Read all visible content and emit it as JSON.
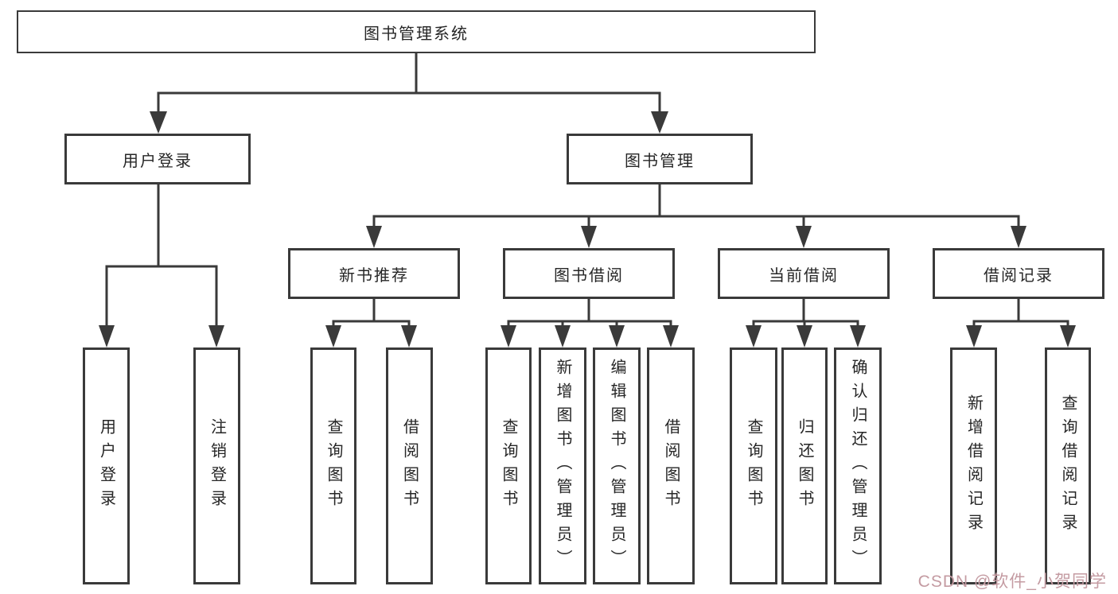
{
  "diagram": {
    "title": "图书管理系统",
    "root": {
      "label": "图书管理系统"
    },
    "level1": [
      {
        "id": "user-login",
        "label": "用户登录"
      },
      {
        "id": "book-management",
        "label": "图书管理"
      }
    ],
    "level2": [
      {
        "id": "new-book-recommend",
        "label": "新书推荐",
        "parent": "book-management"
      },
      {
        "id": "book-borrowing",
        "label": "图书借阅",
        "parent": "book-management"
      },
      {
        "id": "current-borrowing",
        "label": "当前借阅",
        "parent": "book-management"
      },
      {
        "id": "borrowing-records",
        "label": "借阅记录",
        "parent": "book-management"
      }
    ],
    "leaves": [
      {
        "id": "user-login-leaf",
        "label": "用户登录",
        "parent": "user-login"
      },
      {
        "id": "logout",
        "label": "注销登录",
        "parent": "user-login"
      },
      {
        "id": "query-books-recommend",
        "label": "查询图书",
        "parent": "new-book-recommend"
      },
      {
        "id": "borrow-books-recommend",
        "label": "借阅图书",
        "parent": "new-book-recommend"
      },
      {
        "id": "query-books-borrowing",
        "label": "查询图书",
        "parent": "book-borrowing"
      },
      {
        "id": "add-books-admin",
        "label": "新增图书（管理员）",
        "parent": "book-borrowing"
      },
      {
        "id": "edit-books-admin",
        "label": "编辑图书（管理员）",
        "parent": "book-borrowing"
      },
      {
        "id": "borrow-books",
        "label": "借阅图书",
        "parent": "book-borrowing"
      },
      {
        "id": "query-books-current",
        "label": "查询图书",
        "parent": "current-borrowing"
      },
      {
        "id": "return-books",
        "label": "归还图书",
        "parent": "current-borrowing"
      },
      {
        "id": "confirm-return-admin",
        "label": "确认归还（管理员）",
        "parent": "current-borrowing"
      },
      {
        "id": "add-borrow-record",
        "label": "新增借阅记录",
        "parent": "borrowing-records"
      },
      {
        "id": "query-borrow-record",
        "label": "查询借阅记录",
        "parent": "borrowing-records"
      }
    ]
  },
  "watermark": {
    "text": "CSDN @软件_小贺同学"
  },
  "colors": {
    "line": "#3a3a3a",
    "text": "#262626",
    "bg": "#ffffff",
    "watermark": "#c49ba2"
  }
}
